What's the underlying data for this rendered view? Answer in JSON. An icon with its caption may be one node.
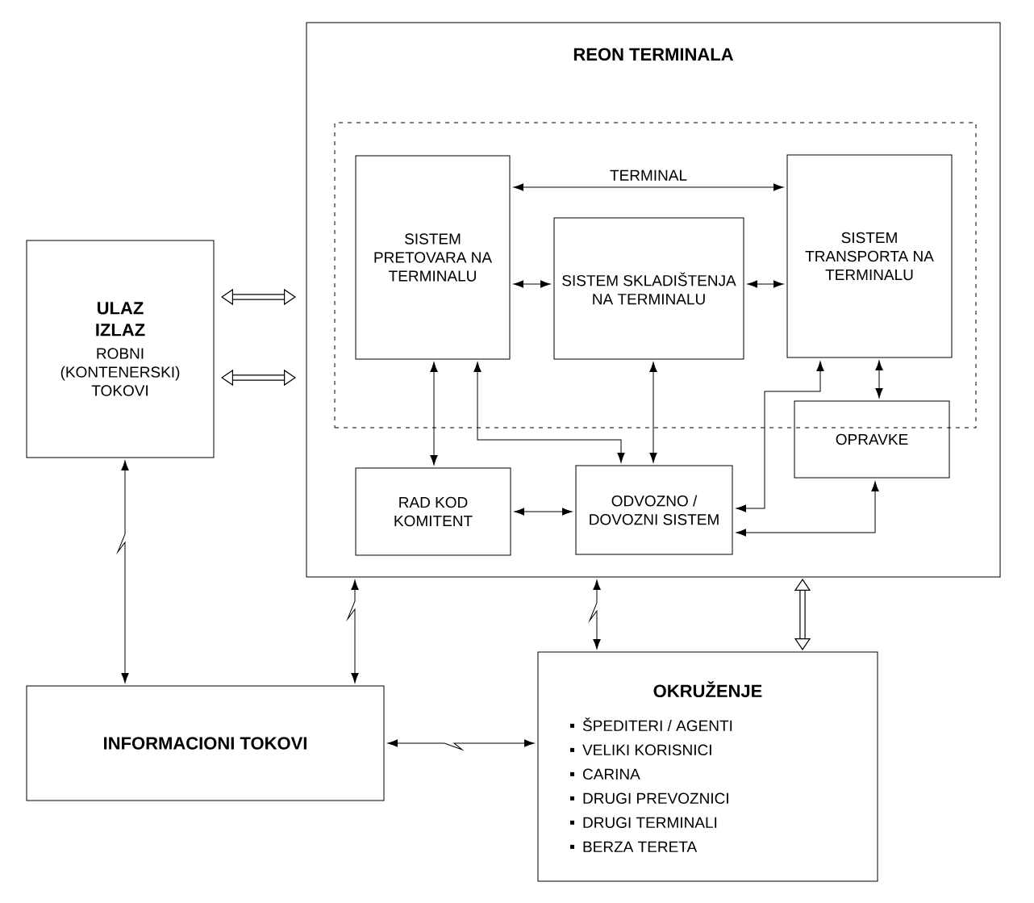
{
  "diagram": {
    "nodes": [
      {
        "text": [
          "REON TERMINALA"
        ]
      },
      {
        "text": [],
        "shape": "box",
        "in": 0
      },
      {
        "text": [
          "SISTEM PRETOVARA NA TERMINALU"
        ],
        "in": 1
      },
      {
        "text": [
          "SISTEM SKLADIŠTENJA NA TERMINALU"
        ],
        "in": 1
      },
      {
        "text": [
          "SISTEM TRANSPORTA NA TERMINALU"
        ],
        "in": 1
      },
      {
        "text": [
          "OPRAVKE"
        ],
        "in": 0
      },
      {
        "text": [
          "RAD KOD KOMITENT"
        ],
        "in": 0
      },
      {
        "text": [
          "ODVOZNO / DOVOZNI SISTEM"
        ],
        "in": 0
      },
      {
        "text": [
          "ULAZ IZLAZ",
          "ROBNI (KONTENERSKI) TOKOVI"
        ]
      },
      {
        "text": [
          "INFORMACIONI TOKOVI"
        ]
      },
      {
        "text": [
          "OKRUŽENJE",
          "ŠPEDITERI / AGENTI",
          "VELIKI KORISNICI",
          "CARINA",
          "DRUGI PREVOZNICI",
          "DRUGI TERMINALI",
          "BERZA TERETA"
        ]
      }
    ],
    "edges": [
      {
        "from": 2,
        "to": 4,
        "arrow": "both",
        "label": "TERMINAL"
      },
      {
        "from": 2,
        "to": 3,
        "arrow": "both"
      },
      {
        "from": 3,
        "to": 4,
        "arrow": "both"
      },
      {
        "from": 8,
        "to": 0,
        "arrow": "both",
        "style": "thick"
      },
      {
        "from": 8,
        "to": 0,
        "arrow": "both",
        "style": "thick"
      },
      {
        "from": 2,
        "to": 6,
        "arrow": "both"
      },
      {
        "from": 2,
        "to": 7,
        "arrow": "both"
      },
      {
        "from": 3,
        "to": 7,
        "arrow": "both"
      },
      {
        "from": 7,
        "to": 4,
        "arrow": "both"
      },
      {
        "from": 4,
        "to": 5,
        "arrow": "both"
      },
      {
        "from": 7,
        "to": 5,
        "arrow": "both"
      },
      {
        "from": 6,
        "to": 7,
        "arrow": "both"
      },
      {
        "from": 8,
        "to": 9,
        "arrow": "both"
      },
      {
        "from": 0,
        "to": 9,
        "arrow": "both"
      },
      {
        "from": 0,
        "to": 10,
        "arrow": "both"
      },
      {
        "from": 0,
        "to": 10,
        "arrow": "both",
        "style": "thick"
      },
      {
        "from": 9,
        "to": 10,
        "arrow": "both"
      }
    ]
  }
}
